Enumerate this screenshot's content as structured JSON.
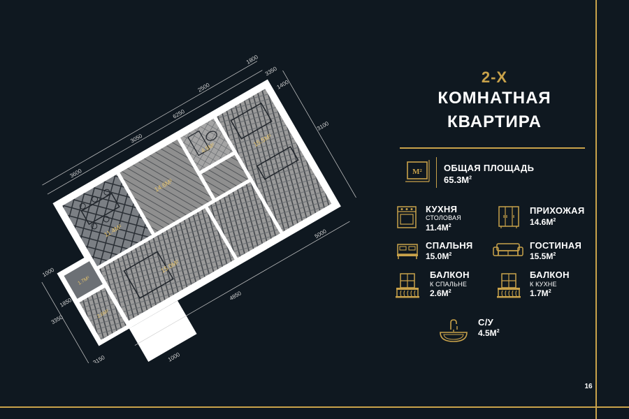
{
  "title": {
    "line1": "2-Х",
    "line2": "КОМНАТНАЯ",
    "line3": "КВАРТИРА"
  },
  "total": {
    "icon": "area-m2-icon",
    "label": "ОБЩАЯ ПЛОЩАДЬ",
    "value": "65.3М",
    "icon_text": "M²"
  },
  "rooms": [
    {
      "icon": "stove-icon",
      "name": "КУХНЯ",
      "sub": "СТОЛОВАЯ",
      "area": "11.4М"
    },
    {
      "icon": "wardrobe-icon",
      "name": "ПРИХОЖАЯ",
      "sub": "",
      "area": "14.6М"
    },
    {
      "icon": "bed-icon",
      "name": "СПАЛЬНЯ",
      "sub": "",
      "area": "15.0М"
    },
    {
      "icon": "sofa-icon",
      "name": "ГОСТИНАЯ",
      "sub": "",
      "area": "15.5М"
    },
    {
      "icon": "balcony-icon",
      "name": "БАЛКОН",
      "sub": "К СПАЛЬНЕ",
      "area": "2.6М"
    },
    {
      "icon": "balcony-icon",
      "name": "БАЛКОН",
      "sub": "К КУХНЕ",
      "area": "1.7М"
    },
    {
      "icon": "sink-icon",
      "name": "С/У",
      "sub": "",
      "area": "4.5М"
    }
  ],
  "floorplan": {
    "room_labels": [
      "11.4М²",
      "14.6М²",
      "4.5М²",
      "15.5М²",
      "15.0М²",
      "1.7М²",
      "2.6М²"
    ],
    "dimensions": [
      "2500",
      "1800",
      "3050",
      "6250",
      "3350",
      "1400",
      "3100",
      "3600",
      "1000",
      "1850",
      "3350",
      "5000",
      "3100",
      "3150",
      "4850",
      "1000"
    ]
  },
  "page_number": "16",
  "colors": {
    "background": "#0f1820",
    "accent": "#c9a24a",
    "text": "#ffffff",
    "wall": "#ffffff",
    "floor": "#8e8e8e"
  }
}
